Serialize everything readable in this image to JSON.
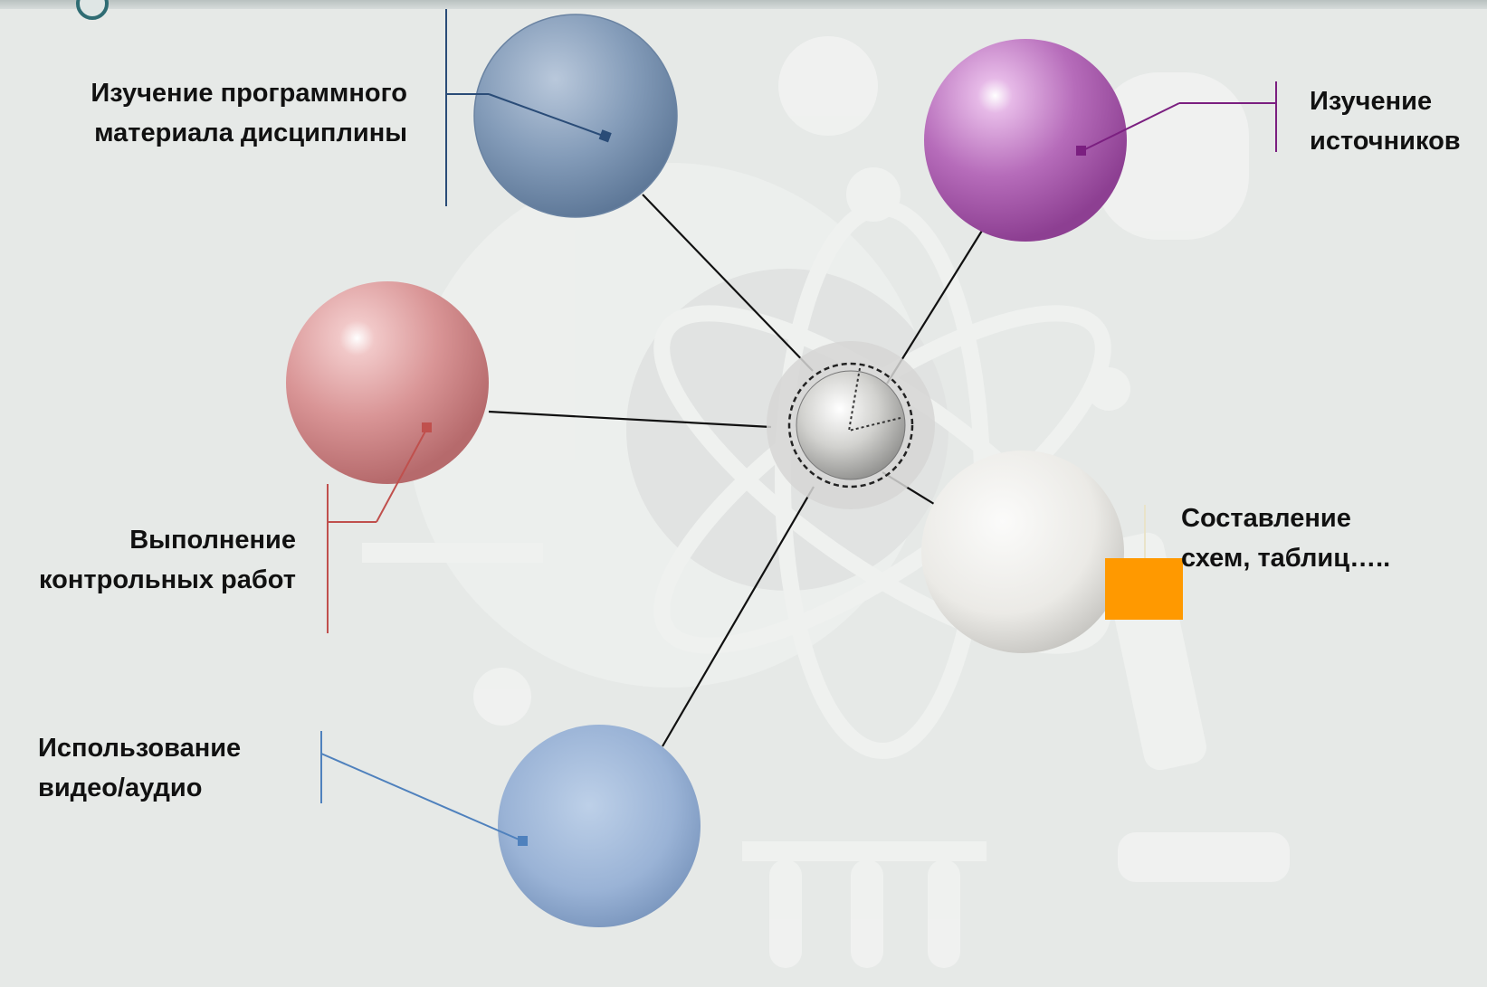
{
  "diagram": {
    "labels": {
      "program_study": [
        "Изучение  программного",
        "материала дисциплины"
      ],
      "sources_study": [
        "Изучение",
        "источников"
      ],
      "control_works": [
        "Выполнение",
        "контрольных работ"
      ],
      "schemes_tables": [
        "Составление",
        "схем, таблиц….."
      ],
      "video_audio": [
        "Использование",
        "видео/аудио"
      ]
    },
    "colors": {
      "background": "#e6e9e7",
      "program_study": "#7f98b5",
      "sources_study": "#b063b5",
      "control_works": "#d89293",
      "schemes_tables": "#ecebe8",
      "video_audio": "#9ab3d6",
      "highlight_box": "#ff9900"
    }
  }
}
